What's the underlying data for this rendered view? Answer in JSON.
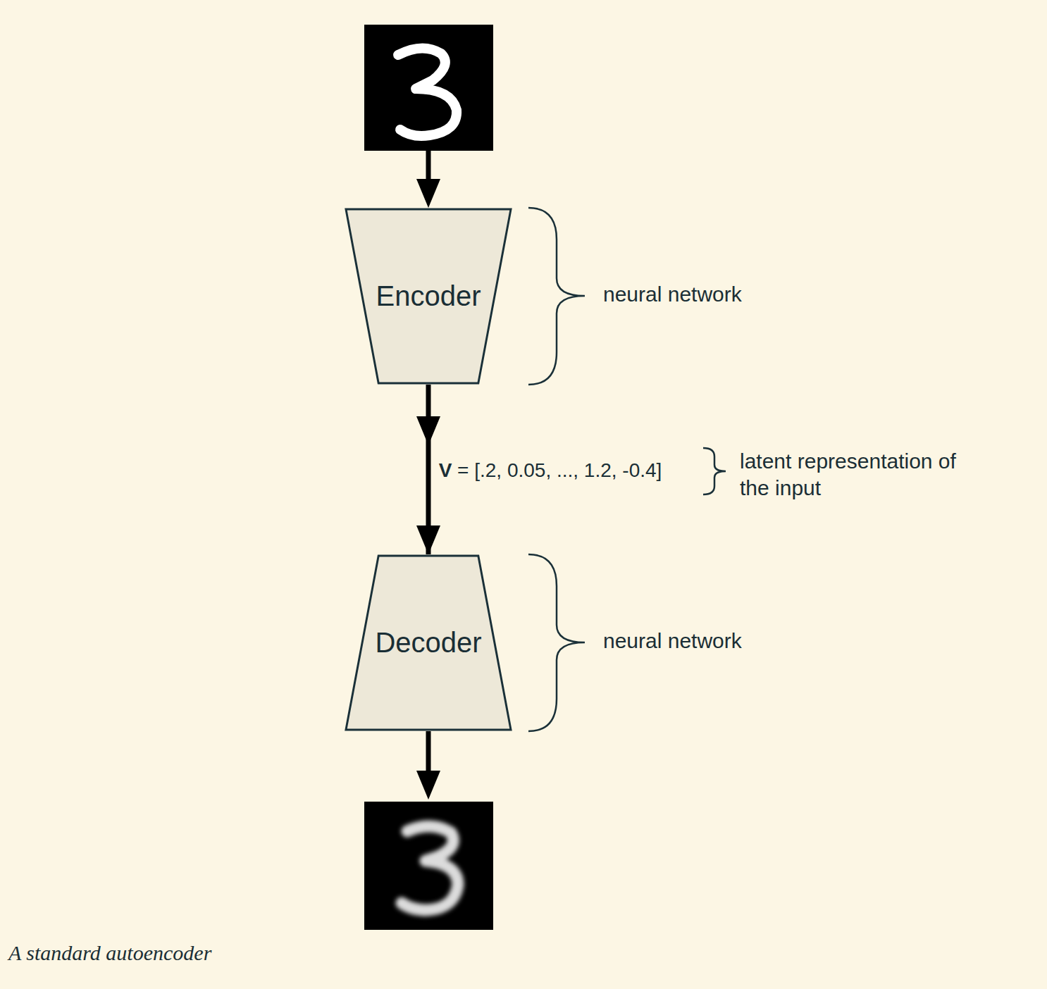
{
  "diagram": {
    "caption": "A standard autoencoder",
    "nodes": [
      {
        "text": [
          "Encoder"
        ]
      },
      {
        "text": [
          "Decoder"
        ]
      }
    ],
    "edges": [
      {
        "from": 0,
        "to": 1,
        "arrow": "to",
        "label": "V = [.2, 0.05, ..., 1.2, -0.4]"
      }
    ],
    "labels": [
      "neural network",
      "latent representation of the input",
      "neural network"
    ]
  }
}
